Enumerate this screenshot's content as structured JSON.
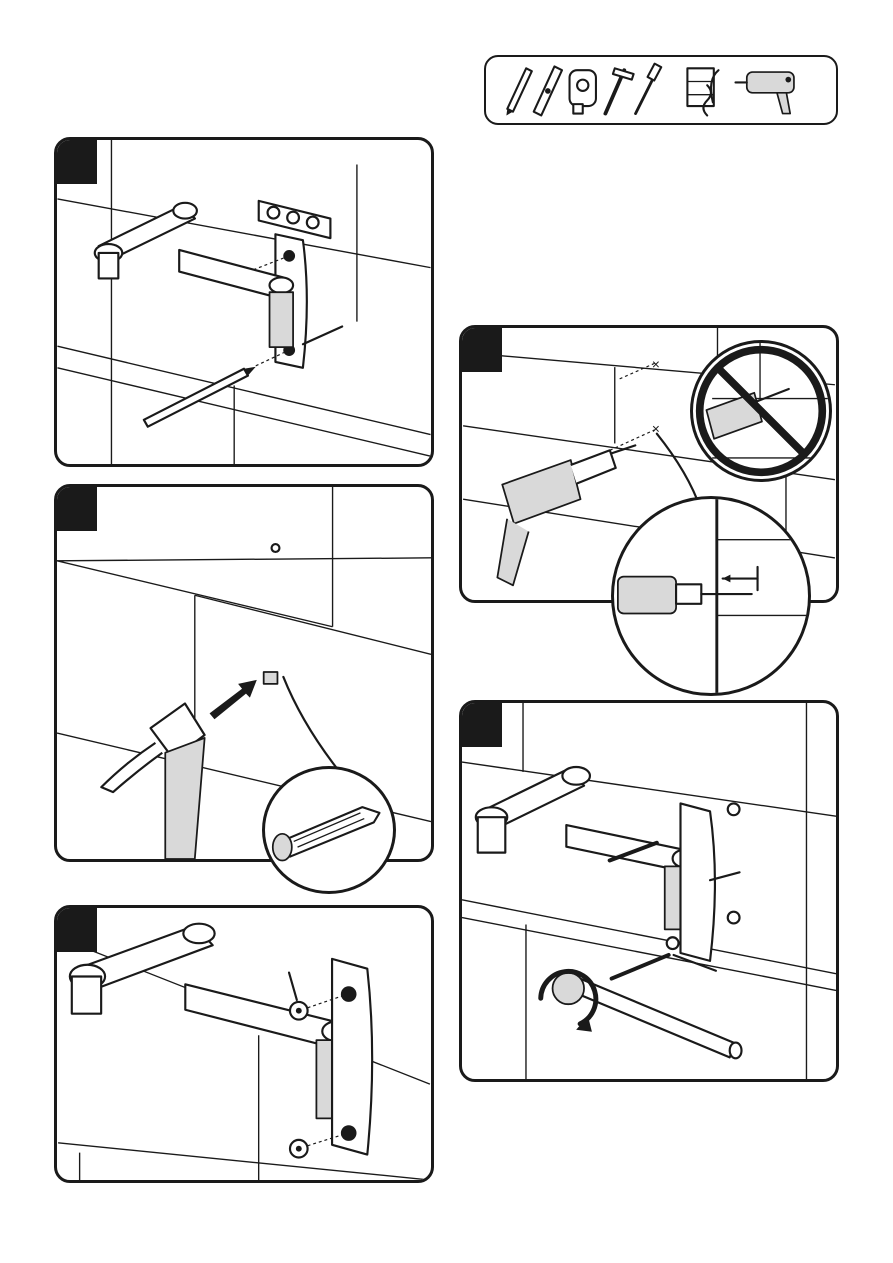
{
  "tools": {
    "items": [
      "pencil-icon",
      "spirit-level-icon",
      "tape-measure-icon",
      "hammer-icon",
      "screwdriver-icon",
      "drill-bit-wall-icon",
      "power-drill-icon"
    ]
  },
  "steps": [
    {
      "id": 1,
      "illustration": "mark-holes-with-pencil"
    },
    {
      "id": 2,
      "illustration": "insert-wall-plug-with-hammer"
    },
    {
      "id": 3,
      "illustration": "attach-wall-plate-covers"
    },
    {
      "id": 4,
      "illustration": "drill-holes-no-hammer-mode"
    },
    {
      "id": 5,
      "illustration": "screw-mount-to-wall"
    }
  ],
  "colors": {
    "ink": "#1a1a1a",
    "paper": "#ffffff",
    "shade": "#d9d9d9"
  }
}
